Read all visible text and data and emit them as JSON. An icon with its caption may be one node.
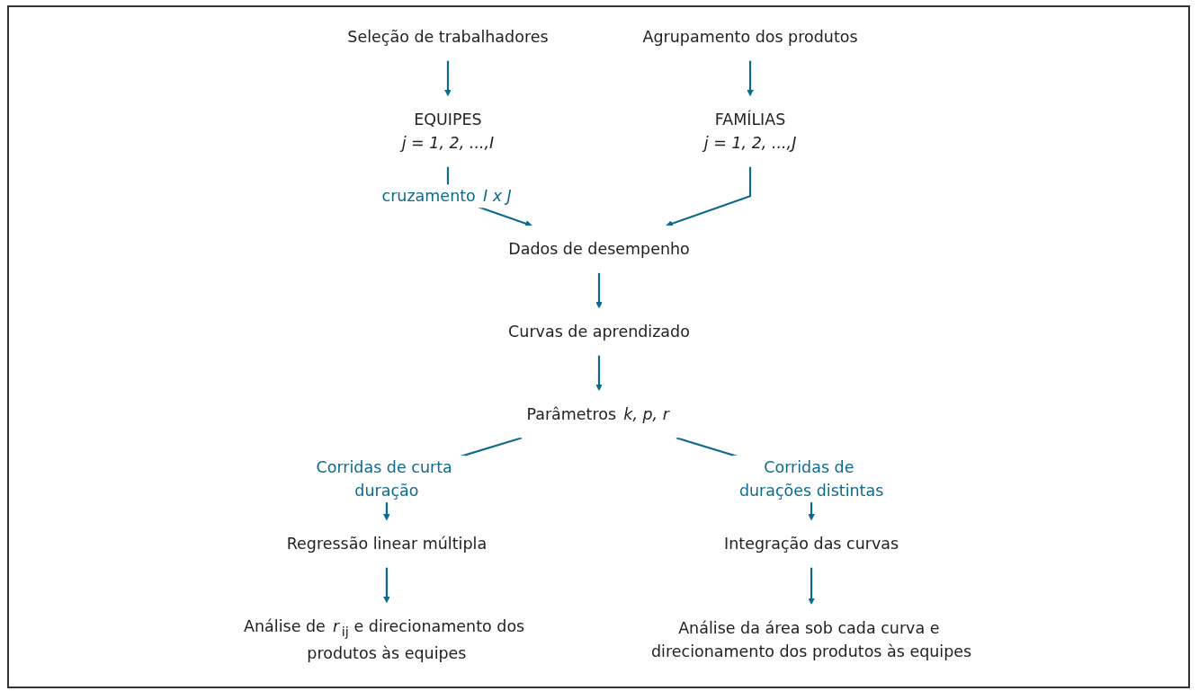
{
  "diagram": {
    "nodes": [
      {
        "text": [
          "Seleção de trabalhadores"
        ]
      },
      {
        "text": [
          "Agrupamento dos produtos"
        ]
      },
      {
        "text": [
          "EQUIPES",
          "*j = 1, 2, ...,I*"
        ]
      },
      {
        "text": [
          "FAMÍLIAS",
          "*j = 1, 2, ...,J*"
        ]
      },
      {
        "text": [
          "Dados de desempenho"
        ]
      },
      {
        "text": [
          "Curvas de aprendizado"
        ]
      },
      {
        "text": [
          "Parâmetros *k, p, r*"
        ]
      },
      {
        "text": [
          "Regressão linear múltipla"
        ]
      },
      {
        "text": [
          "Integração das curvas"
        ]
      },
      {
        "text": [
          "Análise de *r*$_{ij}$ e direcionamento dos produtos às equipes"
        ]
      },
      {
        "text": [
          "Análise da área sob cada curva e direcionamento dos produtos às equipes"
        ]
      }
    ],
    "edges": [
      {
        "from": 0,
        "to": 2,
        "arrow": "to"
      },
      {
        "from": 1,
        "to": 3,
        "arrow": "to"
      },
      {
        "from": 2,
        "to": 4,
        "arrow": "to",
        "label": "cruzamento *I x J*"
      },
      {
        "from": 3,
        "to": 4,
        "arrow": "to"
      },
      {
        "from": 4,
        "to": 5,
        "arrow": "to"
      },
      {
        "from": 5,
        "to": 6,
        "arrow": "to"
      },
      {
        "from": 6,
        "to": 7,
        "arrow": "to",
        "label": "Corridas de curta duração"
      },
      {
        "from": 6,
        "to": 8,
        "arrow": "to",
        "label": "Corridas de durações distintas"
      },
      {
        "from": 7,
        "to": 9,
        "arrow": "to"
      },
      {
        "from": 8,
        "to": 10,
        "arrow": "to"
      }
    ]
  }
}
